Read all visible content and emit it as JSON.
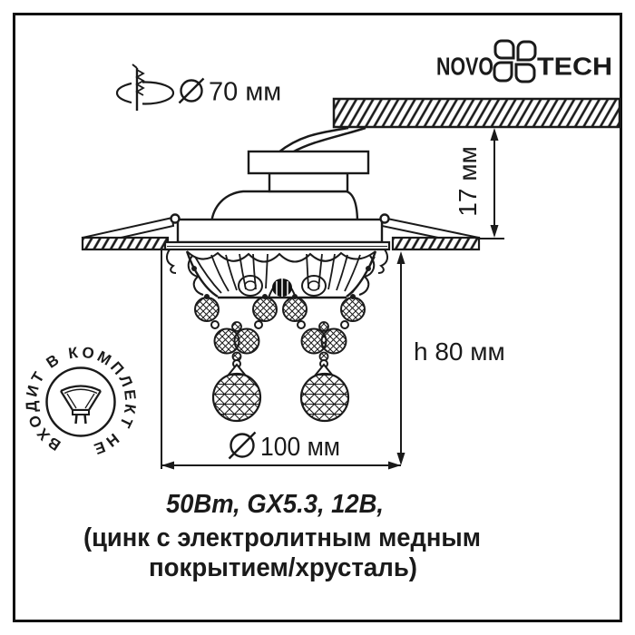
{
  "colors": {
    "ink": "#1a1a1a",
    "background": "#ffffff"
  },
  "brand": {
    "left": "NOVO",
    "right": "TECH"
  },
  "labels": {
    "cutout_diameter": "70 мм",
    "recess_height": "17 мм",
    "fixture_height": "h 80 мм",
    "fixture_diameter": "100 мм"
  },
  "stamp": {
    "ring_text": "ВХОДИТ В КОМПЛЕКТ  НЕ"
  },
  "specs": {
    "power_line": "50Вт, GX5.3, 12В,",
    "material_line1": "(цинк с электролитным медным",
    "material_line2": "покрытием/хрусталь)"
  },
  "icons": {
    "cutout": "recessed-cutout-icon",
    "diameter": "diameter-icon",
    "lamp": "gx53-lamp-icon",
    "flower": "novotech-flower-icon"
  }
}
